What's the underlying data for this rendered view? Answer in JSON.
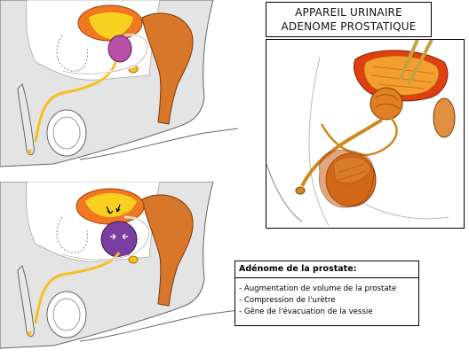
{
  "title": {
    "line1": "APPAREIL URINAIRE",
    "line2": "ADENOME PROSTATIQUE"
  },
  "info": {
    "heading": "Adénome de la prostate:",
    "items": [
      "- Augmentation de volume de la prostate",
      "- Compression de l'urètre",
      "- Gêne de l'évacuation de la vessie"
    ]
  },
  "colors": {
    "bladder": "#f07820",
    "urine": "#f8d020",
    "prostate_normal": "#b850a8",
    "prostate_adenoma": "#7a3ea0",
    "urethra": "#f5c020",
    "rectum": "#d8762a",
    "body_shading": "#e4e4e4",
    "outline": "#555555"
  }
}
